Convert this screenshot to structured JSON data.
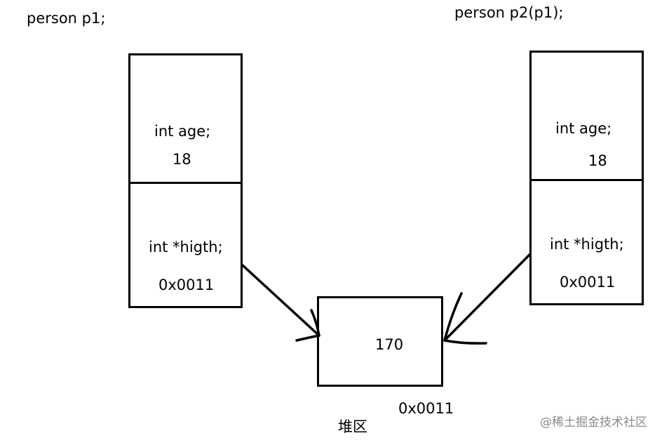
{
  "objects": {
    "p1": {
      "label": "person p1;",
      "age_field": "int age;",
      "age_value": "18",
      "height_field": "int *higth;",
      "height_value": "0x0011"
    },
    "p2": {
      "label": "person p2(p1);",
      "age_field": "int age;",
      "age_value": "18",
      "height_field": "int *higth;",
      "height_value": "0x0011"
    }
  },
  "heap": {
    "value": "170",
    "address": "0x0011",
    "region_label": "堆区"
  },
  "watermark": "@稀土掘金技术社区"
}
